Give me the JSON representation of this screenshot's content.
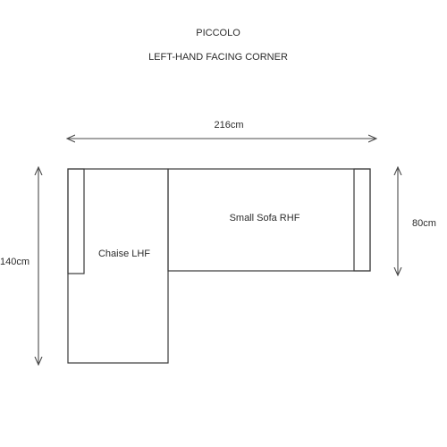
{
  "title": "PICCOLO",
  "subtitle": "LEFT-HAND FACING CORNER",
  "dimensions": {
    "width": "216cm",
    "height": "140cm",
    "depth": "80cm"
  },
  "pieces": {
    "chaise": "Chaise LHF",
    "sofa": "Small Sofa RHF"
  }
}
